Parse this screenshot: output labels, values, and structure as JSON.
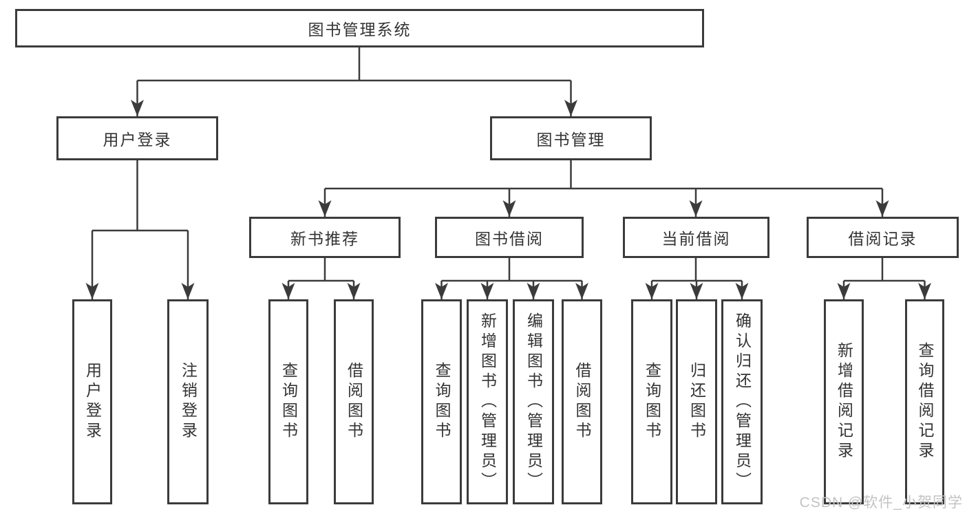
{
  "diagram": {
    "root": {
      "label": "图书管理系统"
    },
    "branches": [
      {
        "label": "用户登录",
        "children": [
          {
            "label": "用户登录"
          },
          {
            "label": "注销登录"
          }
        ]
      },
      {
        "label": "图书管理",
        "children": [
          {
            "label": "新书推荐",
            "children": [
              {
                "label": "查询图书"
              },
              {
                "label": "借阅图书"
              }
            ]
          },
          {
            "label": "图书借阅",
            "children": [
              {
                "label": "查询图书"
              },
              {
                "label": "新增图书（管理员）"
              },
              {
                "label": "编辑图书（管理员）"
              },
              {
                "label": "借阅图书"
              }
            ]
          },
          {
            "label": "当前借阅",
            "children": [
              {
                "label": "查询图书"
              },
              {
                "label": "归还图书"
              },
              {
                "label": "确认归还（管理员）"
              }
            ]
          },
          {
            "label": "借阅记录",
            "children": [
              {
                "label": "新增借阅记录"
              },
              {
                "label": "查询借阅记录"
              }
            ]
          }
        ]
      }
    ]
  },
  "watermark": {
    "text": "CSDN @软件_小贺同学"
  },
  "colors": {
    "line": "#3b3b3b",
    "text": "#333333",
    "watermark": "#c3c3c3",
    "background": "#ffffff"
  }
}
